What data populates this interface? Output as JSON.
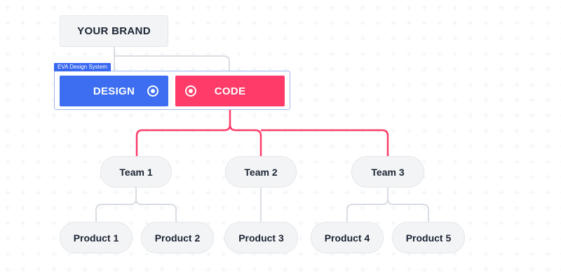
{
  "brand": {
    "label": "YOUR BRAND"
  },
  "eva": {
    "tag": "EVA Design System",
    "design_label": "DESIGN",
    "code_label": "CODE"
  },
  "teams": [
    {
      "label": "Team 1"
    },
    {
      "label": "Team 2"
    },
    {
      "label": "Team 3"
    }
  ],
  "products": [
    {
      "label": "Product 1"
    },
    {
      "label": "Product 2"
    },
    {
      "label": "Product 3"
    },
    {
      "label": "Product 4"
    },
    {
      "label": "Product 5"
    }
  ],
  "colors": {
    "design": "#3d6ef2",
    "code": "#ff3b69",
    "connector_gray": "#d9dde3",
    "connector_red": "#ff3b69",
    "node_bg": "#f3f4f6",
    "text": "#1c2533"
  }
}
